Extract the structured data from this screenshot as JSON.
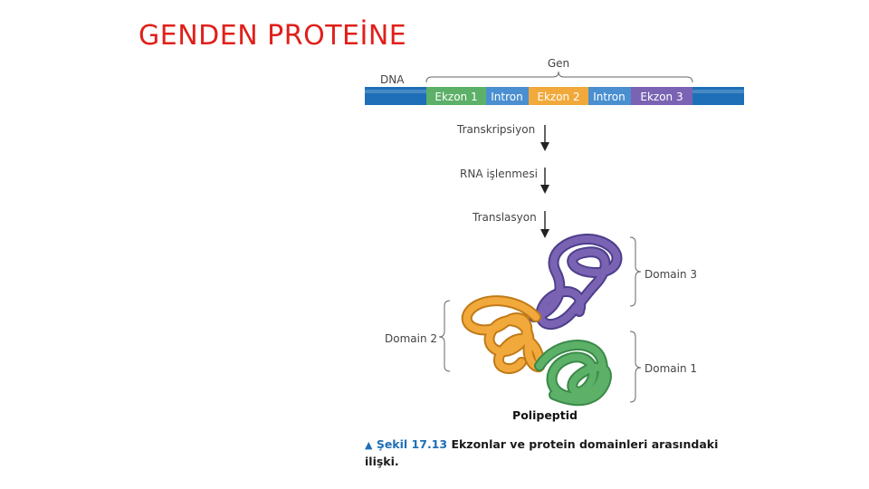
{
  "title": "GENDEN PROTEİNE",
  "figure": {
    "dna_label": "DNA",
    "gene_label": "Gen",
    "segments": [
      {
        "label": "Ekzon 1",
        "color": "#5cb068"
      },
      {
        "label": "Intron",
        "color": "#4a8fd0"
      },
      {
        "label": "Ekzon 2",
        "color": "#f2a93b"
      },
      {
        "label": "Intron",
        "color": "#4a8fd0"
      },
      {
        "label": "Ekzon 3",
        "color": "#7a63b3"
      }
    ],
    "steps": [
      "Transkripsiyon",
      "RNA işlenmesi",
      "Translasyon"
    ],
    "domains": {
      "domain3": "Domain 3",
      "domain2": "Domain 2",
      "domain1": "Domain 1"
    },
    "product_label": "Polipeptid",
    "caption": {
      "marker": "▲",
      "figure_number": "Şekil 17.13",
      "text": "Ekzonlar ve protein domainleri arasındaki ilişki."
    },
    "colors": {
      "title": "#e0201b",
      "dna_bar": "#1e6fb8",
      "domain1": "#5cb068",
      "domain2": "#f2a93b",
      "domain3": "#7a63b3"
    }
  }
}
